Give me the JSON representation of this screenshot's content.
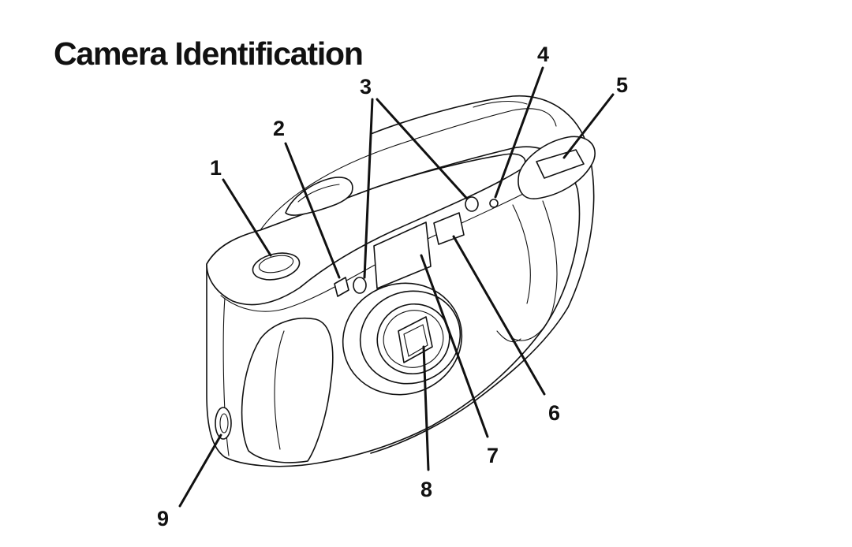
{
  "title": "Camera Identification",
  "callouts": [
    {
      "id": "1",
      "label": "1"
    },
    {
      "id": "2",
      "label": "2"
    },
    {
      "id": "3",
      "label": "3"
    },
    {
      "id": "4",
      "label": "4"
    },
    {
      "id": "5",
      "label": "5"
    },
    {
      "id": "6",
      "label": "6"
    },
    {
      "id": "7",
      "label": "7"
    },
    {
      "id": "8",
      "label": "8"
    },
    {
      "id": "9",
      "label": "9"
    }
  ],
  "colors": {
    "ink": "#111111",
    "paper": "#ffffff"
  }
}
